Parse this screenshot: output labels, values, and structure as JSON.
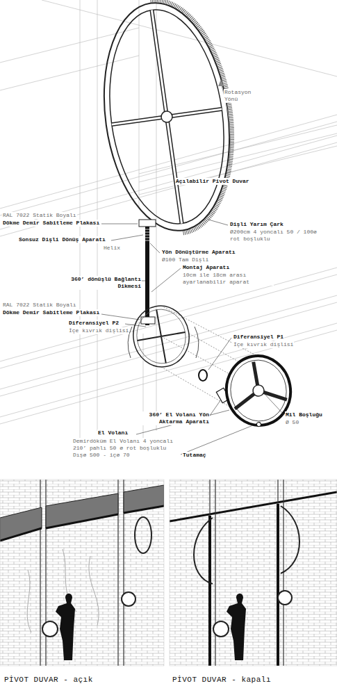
{
  "diagram": {
    "labels": [
      "Rotasyon Yönü",
      "Açılabilir Pivot Duvar",
      "RAL 7022 Statik Boyalı",
      "Dökme Demir Sabitleme Plakası",
      "Sonsuz Dişli Dönüş Aparatı",
      "Helix",
      "Dişli Yarım Çark",
      "Ø200cm 4 yoncalı 50 / 100ø rot boşluklu",
      "Yön Dönüştürme Aparatı",
      "Ø100 Tam Dişli",
      "Montaj Aparatı",
      "10cm ile 18cm arası ayarlanabilir aparat",
      "360’ dönüşlü Bağlantı Dikmesi",
      "RAL 7022 Statik Boyalı",
      "Dökme Demir Sabitleme Plakası",
      "Diferansiyel P2",
      "İçe kıvrık dişlisi",
      "Diferansiyel P1",
      "İçe kıvrık dişlisi",
      "360’ El Volanı Yön Aktarma Aparatı",
      "Mil Boşluğu",
      "Ø 50",
      "El Volanı",
      "Demirdöküm El Volanı 4 yoncalı 210’ pahlı 50 ø rot boşluklu Dışø 500 - içø 70",
      "Tutamaç",
      "PİVOT DUVAR - açık",
      "PİVOT DUVAR - kapalı"
    ]
  }
}
